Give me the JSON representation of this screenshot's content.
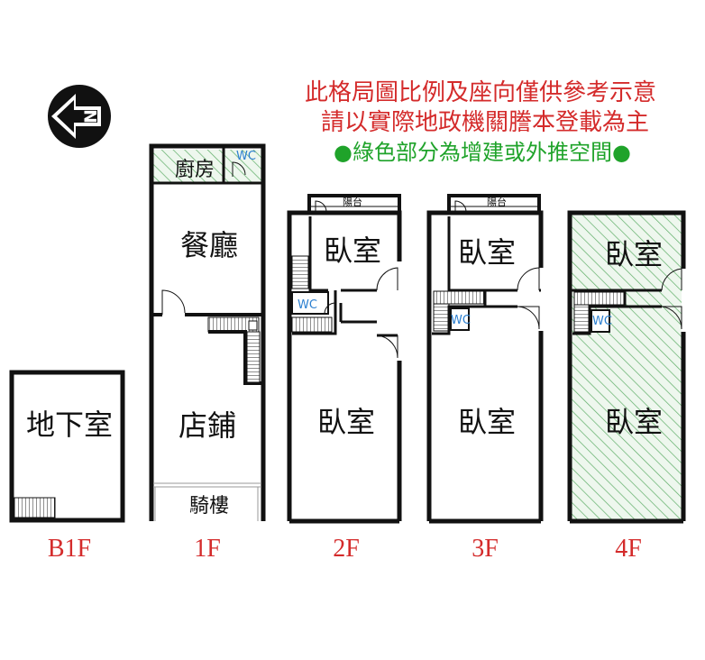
{
  "notes": {
    "line1": "此格局圖比例及座向僅供參考示意",
    "line2": "請以實際地政機關謄本登載為主",
    "line3": "●綠色部分為增建或外推空間●"
  },
  "colors": {
    "red": "#d42b2b",
    "green": "#1fa32a",
    "hatch": "#5fae68",
    "wall": "#111111",
    "wc": "#2b7fd0"
  },
  "compass": {
    "letter": "N",
    "icon": "north-arrow-icon"
  },
  "floors": {
    "b1": {
      "label": "B1F",
      "room": "地下室"
    },
    "f1": {
      "label": "1F",
      "kitchen": "廚房",
      "wc": "WC",
      "dining": "餐廳",
      "shop": "店鋪",
      "arcade": "騎樓"
    },
    "f2": {
      "label": "2F",
      "balcony": "陽台",
      "room_front": "臥室",
      "wc": "WC",
      "room_back": "臥室"
    },
    "f3": {
      "label": "3F",
      "balcony": "陽台",
      "room_front": "臥室",
      "wc": "WC",
      "room_back": "臥室"
    },
    "f4": {
      "label": "4F",
      "room_front": "臥室",
      "wc": "WC",
      "room_back": "臥室"
    }
  }
}
